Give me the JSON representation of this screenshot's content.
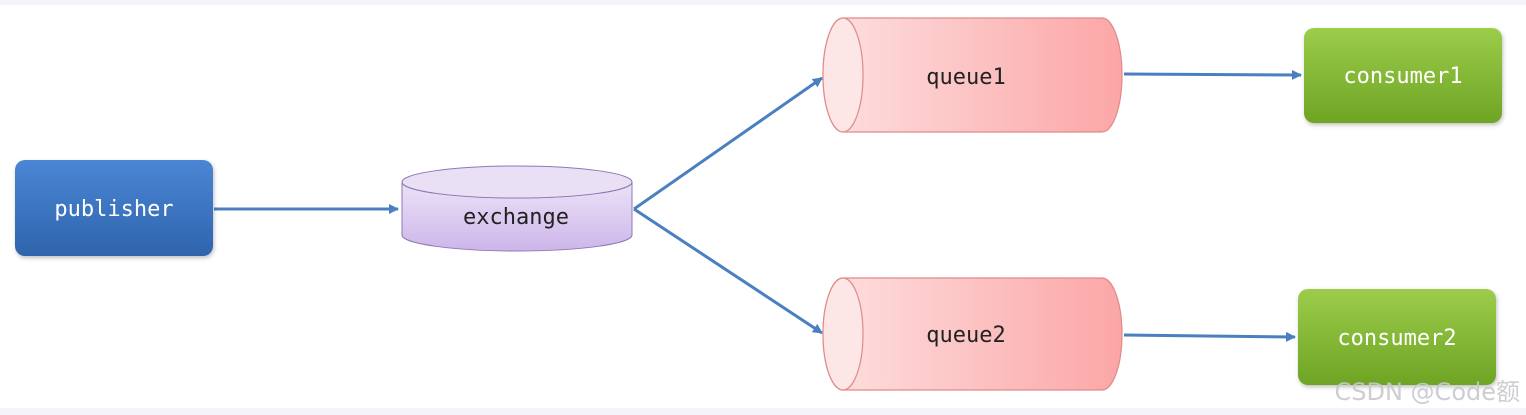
{
  "nodes": {
    "publisher": {
      "label": "publisher"
    },
    "exchange": {
      "label": "exchange"
    },
    "queue1": {
      "label": "queue1"
    },
    "queue2": {
      "label": "queue2"
    },
    "consumer1": {
      "label": "consumer1"
    },
    "consumer2": {
      "label": "consumer2"
    }
  },
  "edges": [
    {
      "from": "publisher",
      "to": "exchange"
    },
    {
      "from": "exchange",
      "to": "queue1"
    },
    {
      "from": "exchange",
      "to": "queue2"
    },
    {
      "from": "queue1",
      "to": "consumer1"
    },
    {
      "from": "queue2",
      "to": "consumer2"
    }
  ],
  "colors": {
    "publisher": "#3a74c2",
    "exchange": "#d9c7ee",
    "queue": "#fbb0b0",
    "consumer": "#85bc34",
    "arrow": "#4a7fc0"
  },
  "watermark": "CSDN @Code额"
}
